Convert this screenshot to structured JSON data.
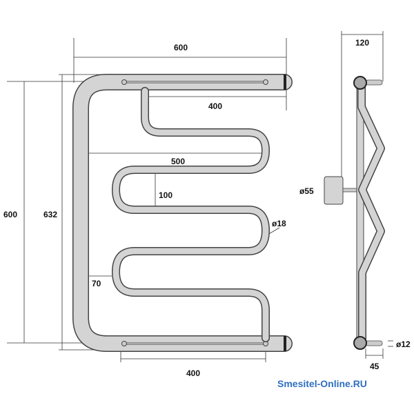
{
  "front_view": {
    "width_total": "600",
    "top_bar_length": "400",
    "coil_width": "500",
    "coil_pitch": "100",
    "tube_diameter": "ø18",
    "side_offset": "70",
    "height": "600",
    "height_total": "632",
    "bottom_bar_length": "400"
  },
  "side_view": {
    "depth": "120",
    "flange_diameter": "ø55",
    "pin_diameter": "ø12",
    "pin_length": "45"
  },
  "watermark": "Smesitel-Online.RU",
  "colors": {
    "tube": "#d4d4d4",
    "outline": "#444444",
    "watermark": "#2f6fc0"
  }
}
